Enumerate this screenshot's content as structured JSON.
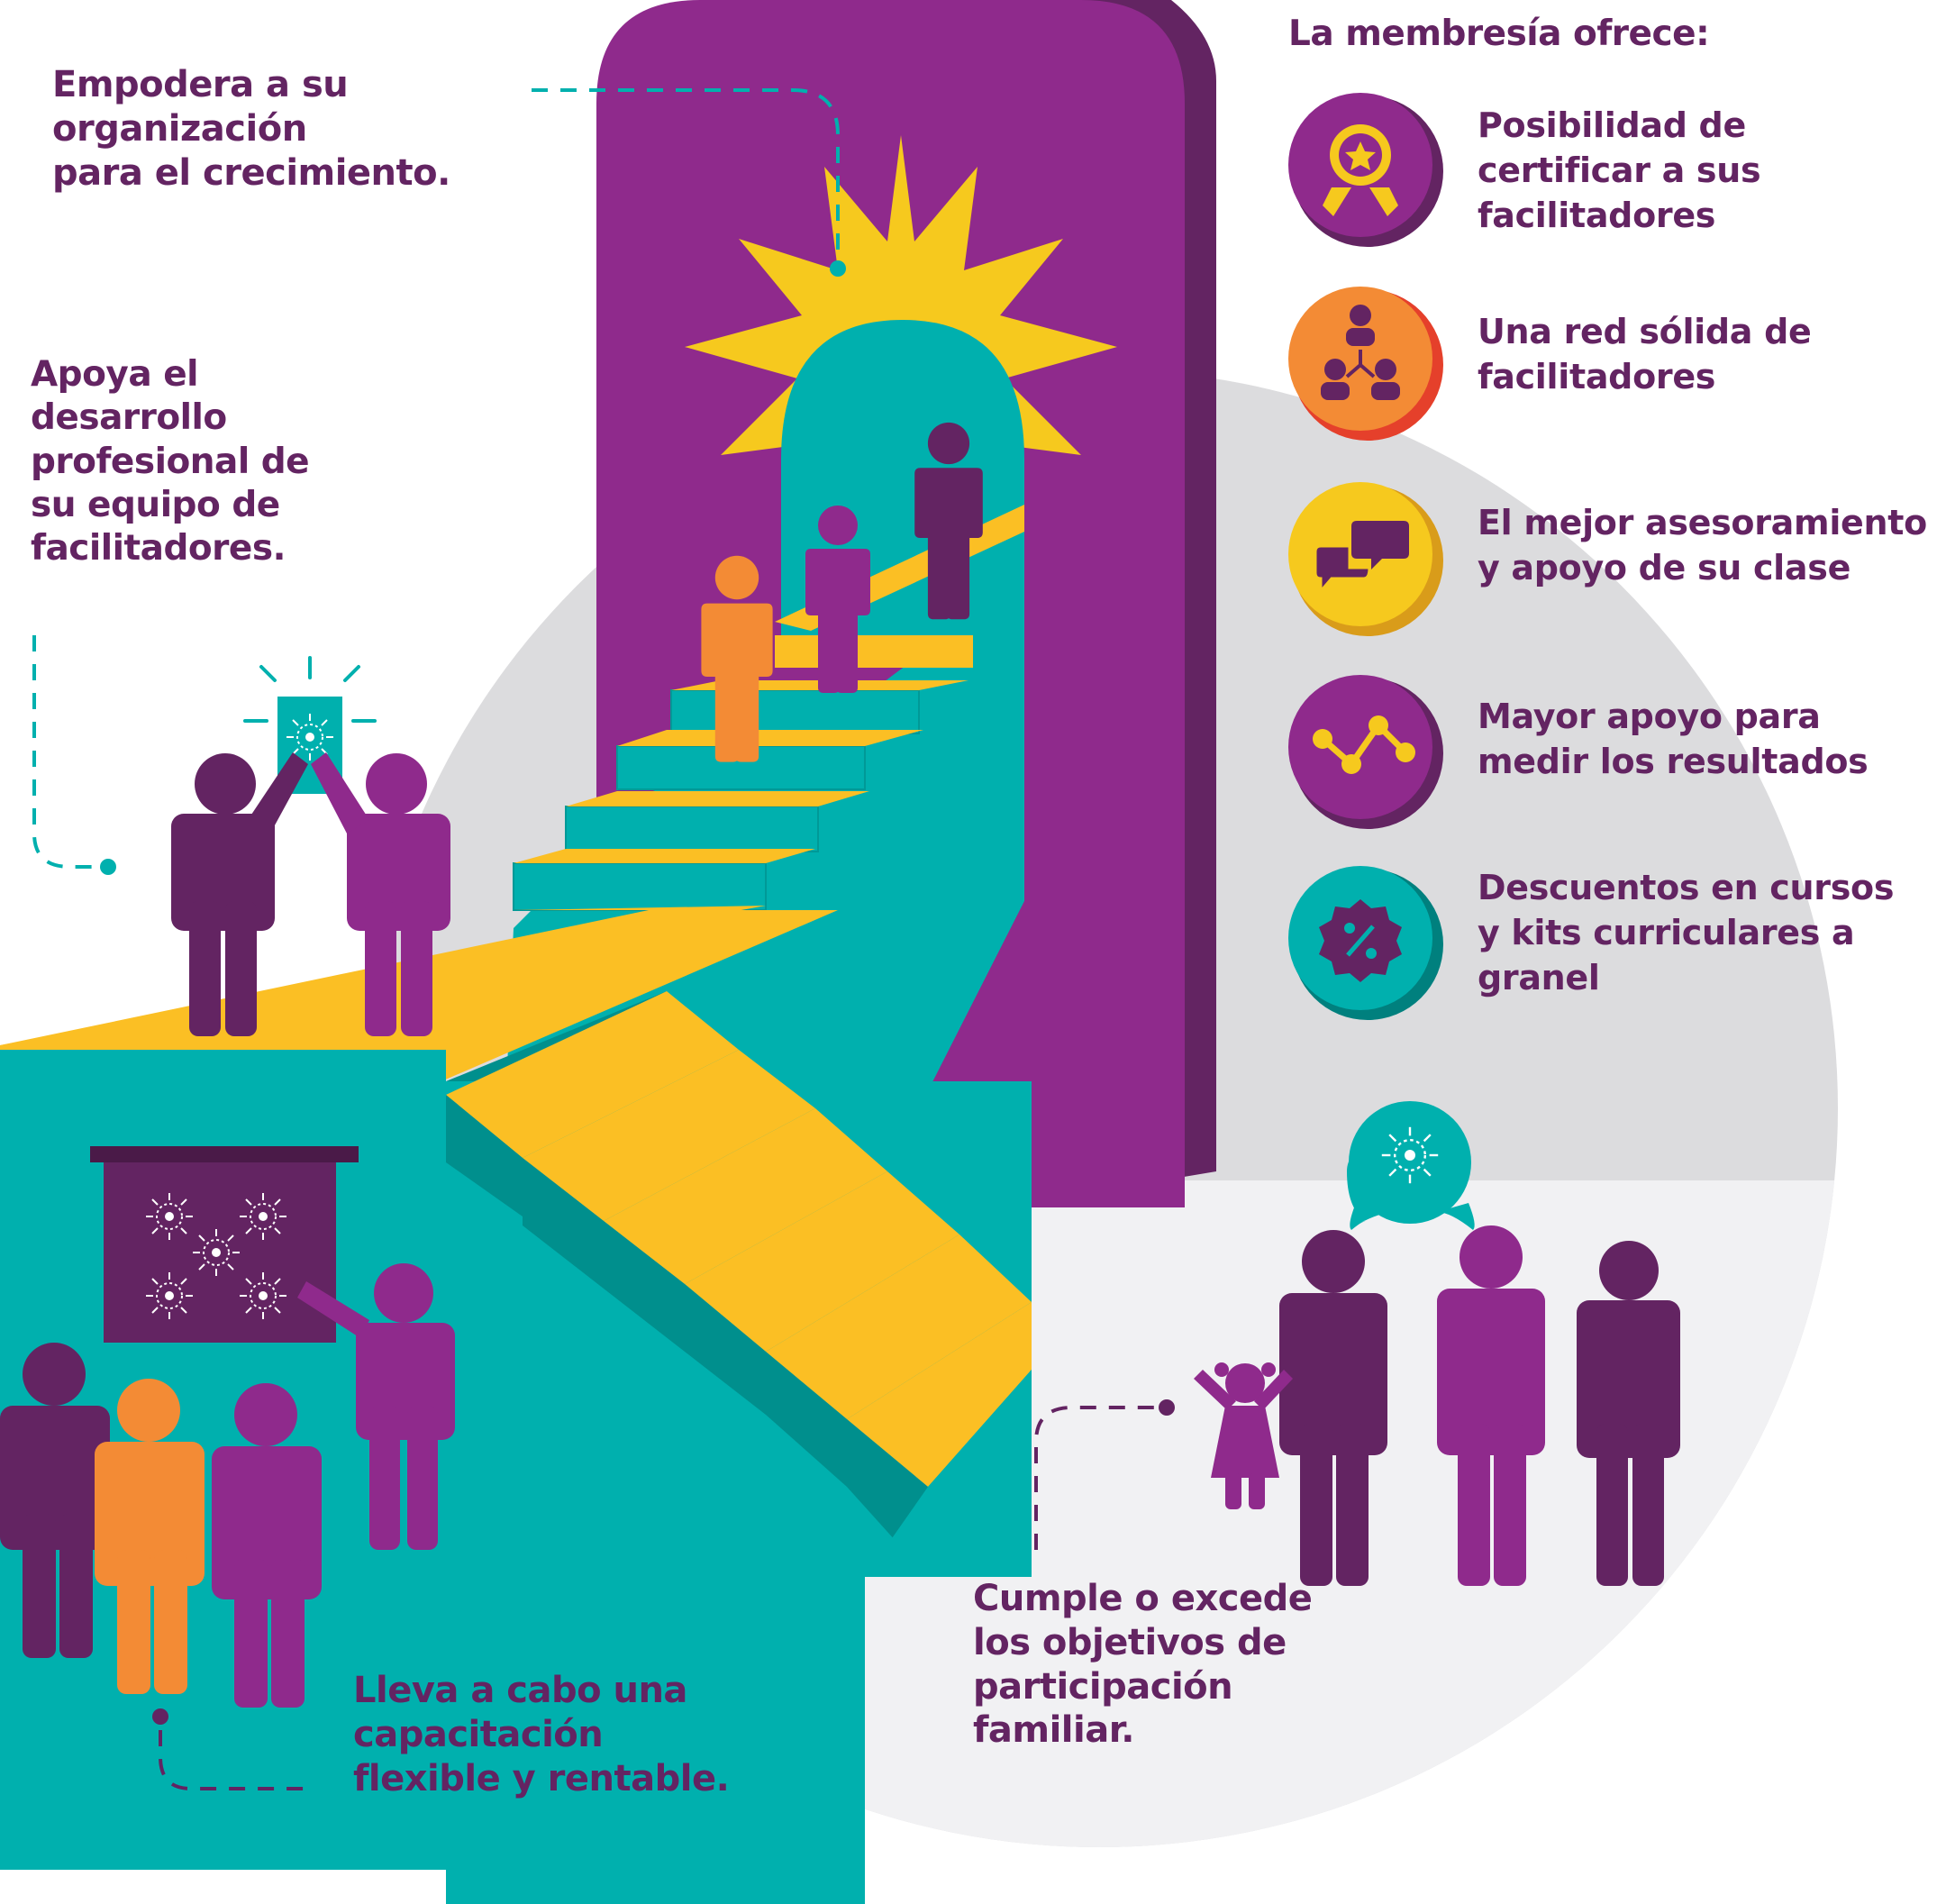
{
  "colors": {
    "purple_dark": "#632462",
    "purple": "#8f2a8c",
    "teal": "#00b0ae",
    "yellow": "#fbbf24",
    "orange": "#f38b35",
    "gray": "#dcdcde"
  },
  "callouts": {
    "empower": [
      "Empodera a su",
      "organización",
      "para el crecimiento."
    ],
    "support": [
      "Apoya el",
      "desarrollo",
      "profesional de",
      "su equipo de",
      "facilitadores."
    ],
    "training": [
      "Lleva a cabo una",
      "capacitación",
      "flexible y rentable."
    ],
    "family": [
      "Cumple o excede",
      "los objetivos de",
      "participación",
      "familiar."
    ]
  },
  "membership": {
    "heading": "La membresía ofrece:",
    "benefits": [
      {
        "icon": "award-ribbon-icon",
        "lines": [
          "Posibilidad de",
          "certificar a sus",
          "facilitadores"
        ]
      },
      {
        "icon": "network-people-icon",
        "lines": [
          "Una red sólida de",
          "facilitadores"
        ]
      },
      {
        "icon": "chat-bubbles-icon",
        "lines": [
          "El mejor asesoramiento",
          "y apoyo de su clase"
        ]
      },
      {
        "icon": "trend-line-icon",
        "lines": [
          "Mayor apoyo para",
          "medir los resultados"
        ]
      },
      {
        "icon": "discount-badge-icon",
        "lines": [
          "Descuentos en cursos",
          "y kits curriculares a",
          "granel"
        ]
      }
    ]
  }
}
